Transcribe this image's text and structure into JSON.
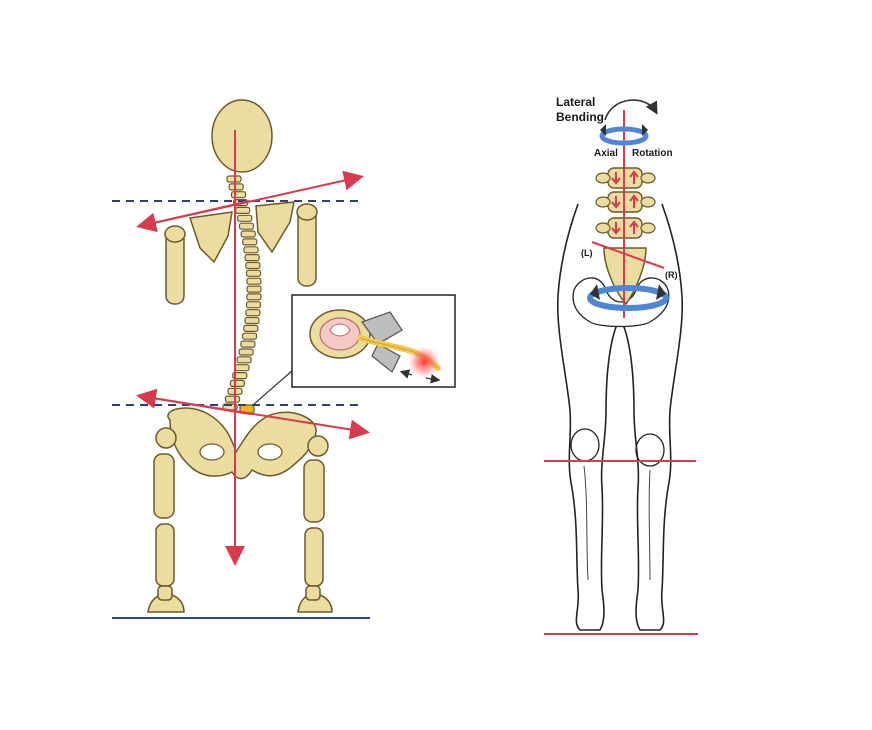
{
  "colors": {
    "bone": "#ecdca0",
    "bone_outline": "#6b5a2a",
    "red_line": "#d83a4e",
    "blue_dash": "#2f3f7a",
    "ground_blue": "#2f4a8a",
    "rotation_blue": "#4f86d6",
    "leg_outline": "#222222",
    "inset_border": "#222222",
    "nerve": "#f2c94c",
    "pain": "#ff3b3b"
  },
  "labels": {
    "lateral": "Lateral",
    "bending": "Bending",
    "axial": "Axial",
    "rotation": "Rotation",
    "left_marker": "(L)",
    "right_marker": "(R)"
  },
  "icons": {
    "lateral_bending_arrow": "curved-arrow-icon",
    "axial_rotation_ring": "rotation-ring-icon",
    "pelvic_rotation_ring": "rotation-ring-icon",
    "vertebra_arrows": "up-down-arrow-icon"
  }
}
